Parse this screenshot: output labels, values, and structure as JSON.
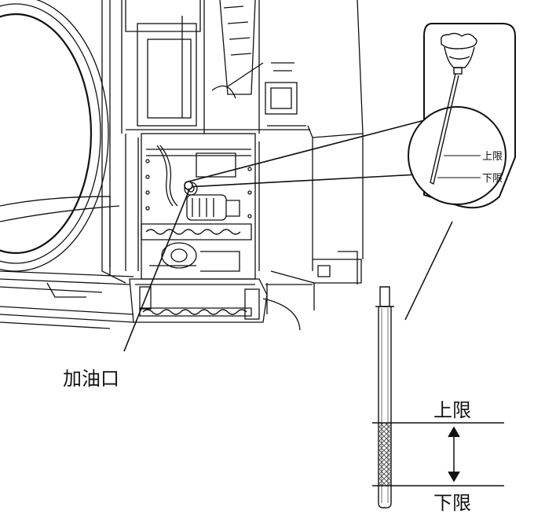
{
  "labels": {
    "filler": "加油口",
    "upper": "上限",
    "lower": "下限"
  },
  "zoom_labels": {
    "upper": "上限",
    "lower": "下限"
  },
  "colors": {
    "line": "#111111",
    "background": "#ffffff",
    "hatch": "#444444"
  }
}
